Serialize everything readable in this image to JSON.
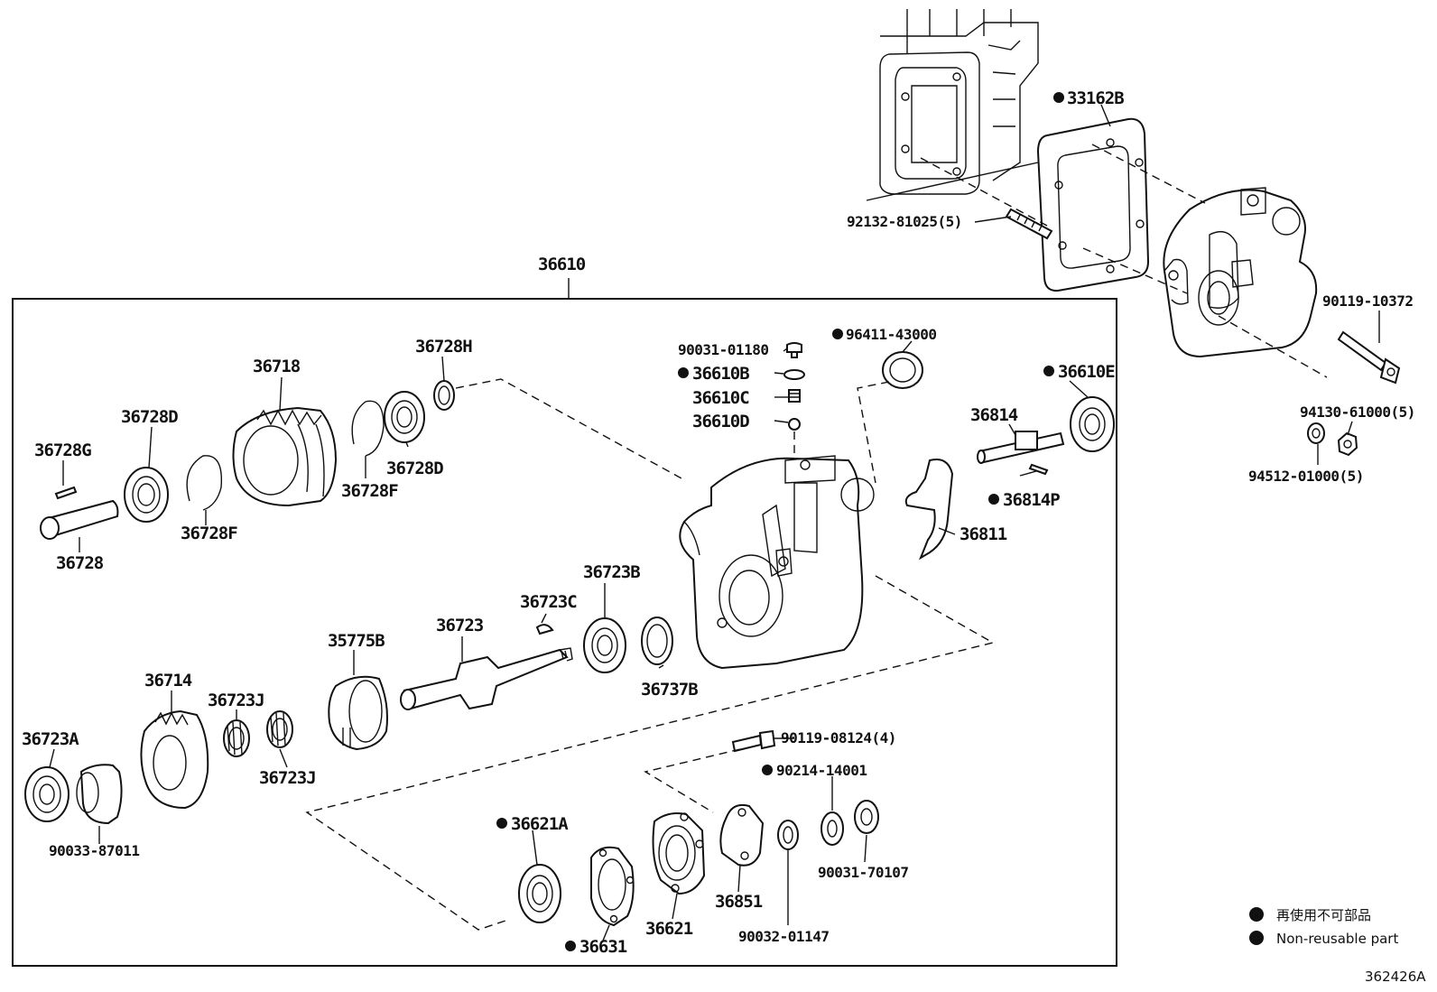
{
  "assembly": {
    "label": "36610"
  },
  "labels": {
    "p33162B": "33162B",
    "p92132": "92132-81025(5)",
    "p90119_10372": "90119-10372",
    "p94130": "94130-61000(5)",
    "p94512": "94512-01000(5)",
    "p90031_01180": "90031-01180",
    "p36610B": "36610B",
    "p36610C": "36610C",
    "p36610D": "36610D",
    "p96411": "96411-43000",
    "p36610E": "36610E",
    "p36814": "36814",
    "p36814P": "36814P",
    "p36811": "36811",
    "p36728H": "36728H",
    "p36718": "36718",
    "p36728D_a": "36728D",
    "p36728D_b": "36728D",
    "p36728G": "36728G",
    "p36728F_a": "36728F",
    "p36728F_b": "36728F",
    "p36728": "36728",
    "p36723B": "36723B",
    "p36723C": "36723C",
    "p36723": "36723",
    "p35775B": "35775B",
    "p36737B": "36737B",
    "p36714": "36714",
    "p36723J_a": "36723J",
    "p36723J_b": "36723J",
    "p36723A": "36723A",
    "p90033": "90033-87011",
    "p90119_08124": "90119-08124(4)",
    "p90214": "90214-14001",
    "p36621A": "36621A",
    "p36631": "36631",
    "p36621": "36621",
    "p36851": "36851",
    "p90032": "90032-01147",
    "p90031_70107": "90031-70107"
  },
  "legend": {
    "jp": "再使用不可部品",
    "en": "Non-reusable part"
  },
  "figure_id": "362426A"
}
